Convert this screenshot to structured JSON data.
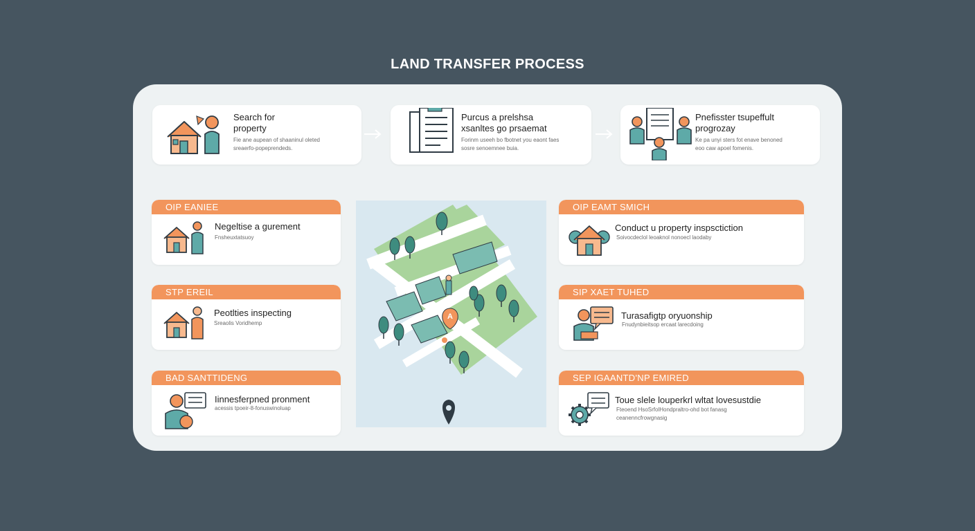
{
  "title": "LAND TRANSFER PROCESS",
  "colors": {
    "background": "#465560",
    "panel": "#eef2f3",
    "accent": "#f2955c",
    "teal": "#5eaaa8",
    "map_land": "#a9d49c"
  },
  "top_steps": [
    {
      "title_line1": "Search for",
      "title_line2": "property",
      "desc_line1": "Fie ane aupean of shaaninul oleted",
      "desc_line2": "sreaerfo-popeprendeds.",
      "icon": "house-person-icon"
    },
    {
      "title_line1": "Purcus a prelshsa",
      "title_line2": "xsanltes go prsaemat",
      "desc_line1": "Forinm useeh bo fbotnet you eaont faes",
      "desc_line2": "sosre senoemnee buia.",
      "icon": "document-icon"
    },
    {
      "title_line1": "Pnefisster tsupeffult",
      "title_line2": "progrozay",
      "desc_line1": "Ke pa unyi sters fot enave benoned",
      "desc_line2": "eoo caw apoel fomenis.",
      "icon": "people-group-icon"
    }
  ],
  "left_steps": [
    {
      "header": "OIP EANIEE",
      "title": "Negeltise a gurement",
      "desc": "Fnsheuxtatsuoy",
      "icon": "house-person-icon"
    },
    {
      "header": "STP EREIL",
      "title": "Peotlties inspecting",
      "desc": "Sreaolis Voridhemp",
      "icon": "house-person-icon"
    },
    {
      "header": "BAD SANTTIDENG",
      "title": "Iinnesferpned pronment",
      "desc": "acessis tpoeir-8-fonuswinoluap",
      "icon": "person-speech-icon"
    }
  ],
  "right_steps": [
    {
      "header": "OIP EAMT SMICH",
      "title": "Conduct u property inspsctiction",
      "desc": "Soivocdeclol leoaknol nonoecl laodaby",
      "icon": "house-icon"
    },
    {
      "header": "SIP XAET TUHED",
      "title": "Turasafigtp oryuonship",
      "desc": "Fnudynbieitsop ercaat larecdoing",
      "icon": "person-speech-icon"
    },
    {
      "header": "SEP IGAANTD'NP EMIRED",
      "title": "Toue slele louperkrl wltat lovesustdie",
      "desc_line1": "Fteoend HsoSrfolHondpraltro-ohd bot fanasg",
      "desc_line2": "ceanenncfrowgnasig",
      "icon": "gear-speech-icon"
    }
  ],
  "map": {
    "marker_label": "A",
    "icon": "map-pin-icon"
  }
}
